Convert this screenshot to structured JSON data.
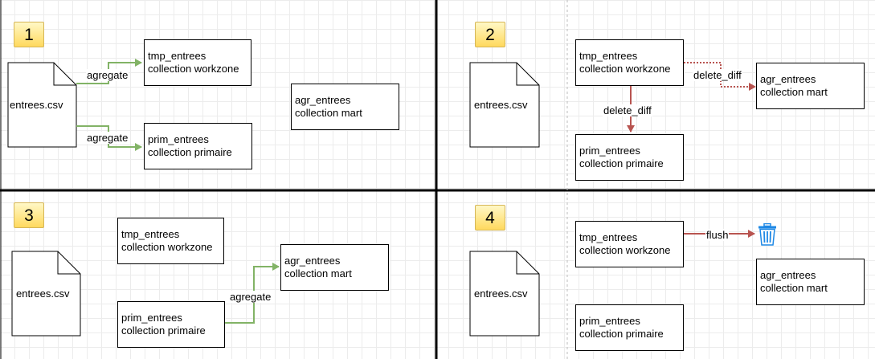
{
  "panels": [
    {
      "number": "1"
    },
    {
      "number": "2"
    },
    {
      "number": "3"
    },
    {
      "number": "4"
    }
  ],
  "file_name": "entrees.csv",
  "nodes": {
    "tmp": {
      "name": "tmp_entrees",
      "desc": "collection workzone"
    },
    "prim": {
      "name": "prim_entrees",
      "desc": "collection primaire"
    },
    "agr": {
      "name": "agr_entrees",
      "desc": "collection mart"
    }
  },
  "edge_labels": {
    "aggregate": "agregate",
    "delete_diff": "delete_diff",
    "flush": "flush"
  },
  "colors": {
    "aggregate_edge": "#82b366",
    "delete_edge": "#b85450",
    "badge_fill": "#ffd95e",
    "badge_border": "#d6b656",
    "trash_icon": "#1e88e5"
  },
  "icons": {
    "trash": "trash-bin-icon"
  }
}
